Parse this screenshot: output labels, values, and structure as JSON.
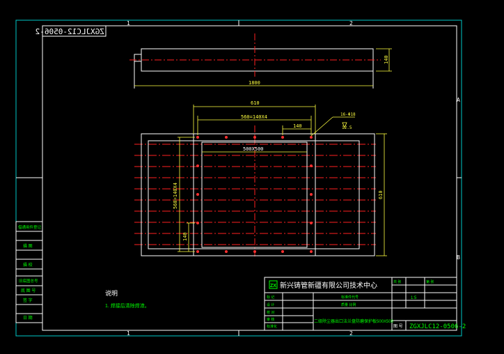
{
  "colors": {
    "background": "#000000",
    "frame": "#ffffff",
    "outer_border": "#00c8c8",
    "centerline": "#ff2020",
    "dimension": "#ffff40",
    "title_text": "#ffffff",
    "green_text": "#00ff00",
    "hole": "#ff3030"
  },
  "border": {
    "top_zones": [
      "1",
      "2"
    ],
    "bottom_zones": [
      "1",
      "2"
    ],
    "right_zones": [
      "A",
      "B"
    ]
  },
  "mirrored_drawing_no": "ZGXJLC12-0506-2",
  "top_view": {
    "length_dim": "1800",
    "height_dim": "140"
  },
  "plan_view": {
    "width_dim": "610",
    "spacing_dim": "560=140X4",
    "pitch_dim": "140",
    "hole_note": "16-Φ18",
    "roughness": "12.5",
    "opening_dim": "500X500",
    "left_spacing_dim": "560=140X4",
    "left_pitch_dim": "140",
    "height_dim": "610"
  },
  "left_strip": [
    "借通用件登记",
    "描 图",
    "描 校",
    "旧底图总号",
    "底 图 号",
    "签 字",
    "日 期"
  ],
  "notes": {
    "title": "说明",
    "items": [
      "1. 焊接后清除焊渣。"
    ]
  },
  "title_block": {
    "company": "新兴铸管新疆有限公司技术中心",
    "logo": "ZX",
    "left_rows": [
      "标 记",
      "设 计",
      "校 对",
      "审 核",
      "标准化"
    ],
    "mid_row1": "标准件代号",
    "mid_row2": "质量 比例",
    "scale": "1:5",
    "part_name": "二级除尘器出口法兰盘防磨保护板500X500",
    "right_labels": [
      "共 张",
      "第 张"
    ],
    "drawing_no_label": "图 号",
    "drawing_no": "ZGXJLC12-0506-2"
  }
}
